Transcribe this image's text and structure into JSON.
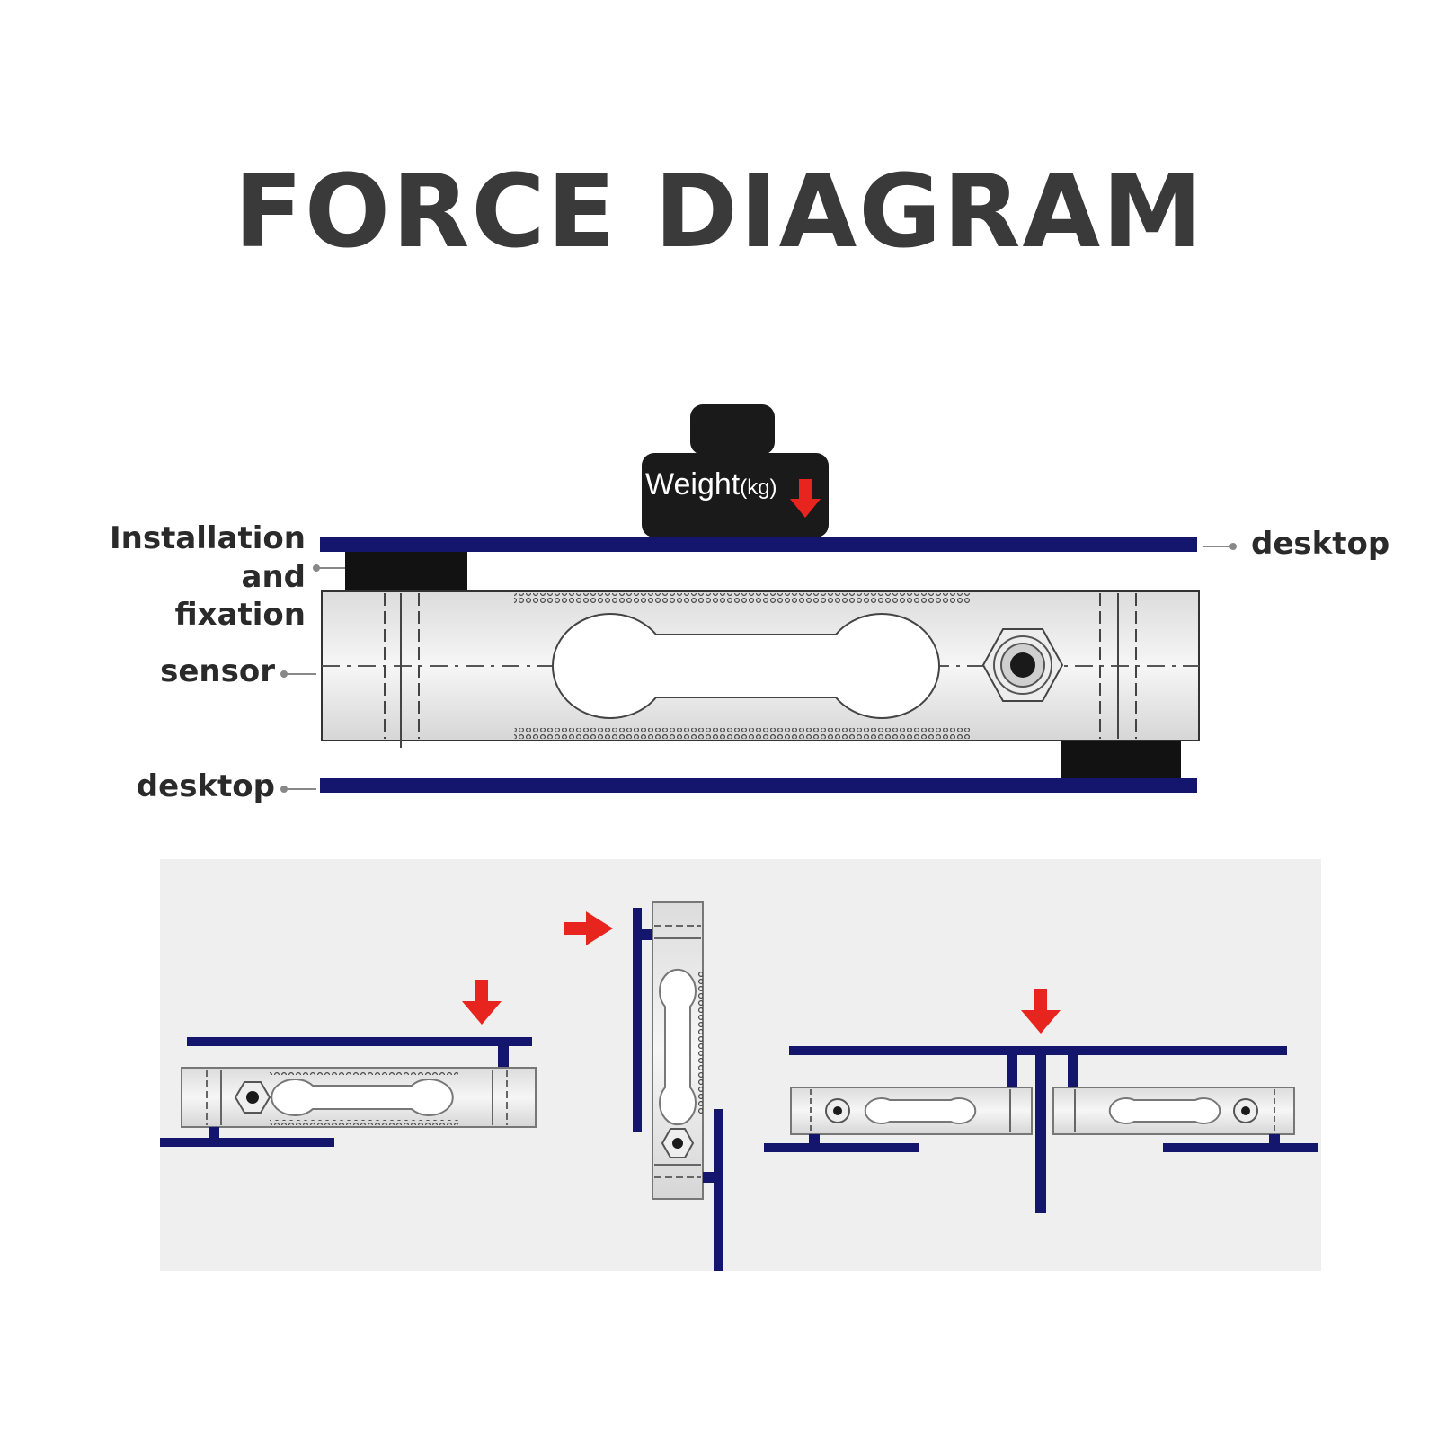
{
  "title": "FORCE DIAGRAM",
  "labels": {
    "installation_line1": "Installation and",
    "installation_line2": "fixation",
    "sensor": "sensor",
    "desktop_top": "desktop",
    "desktop_bottom": "desktop"
  },
  "weight": {
    "text": "Weight",
    "unit": "(kg)"
  },
  "colors": {
    "plate": "#14166e",
    "arrow": "#e8241e",
    "title": "#3a3a3a",
    "panel": "#efefef",
    "block": "#121212"
  },
  "icons": [
    "weight-icon",
    "force-arrow-icon",
    "load-cell-sensor-icon",
    "bolt-hole-icon"
  ]
}
